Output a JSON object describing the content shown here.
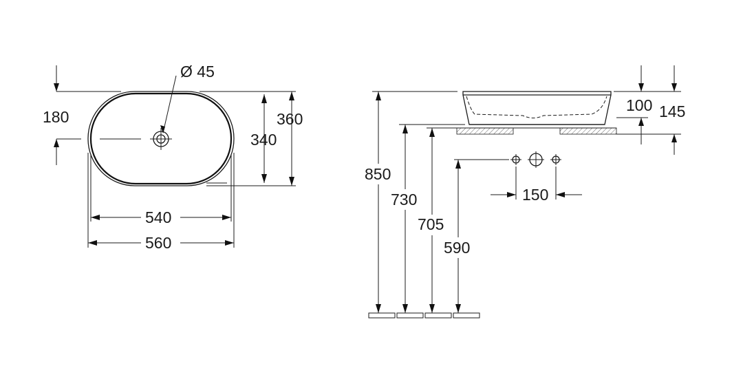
{
  "top_view": {
    "outer_width": "560",
    "inner_width": "540",
    "outer_depth": "360",
    "inner_depth": "340",
    "drain_offset": "180",
    "drain_diameter": "Ø 45"
  },
  "side_view": {
    "rim_height": "850",
    "drain_height": "730",
    "trap_height": "705",
    "tap_height": "590",
    "bowl_height": "100",
    "total_height": "145",
    "hole_spacing": "150"
  }
}
